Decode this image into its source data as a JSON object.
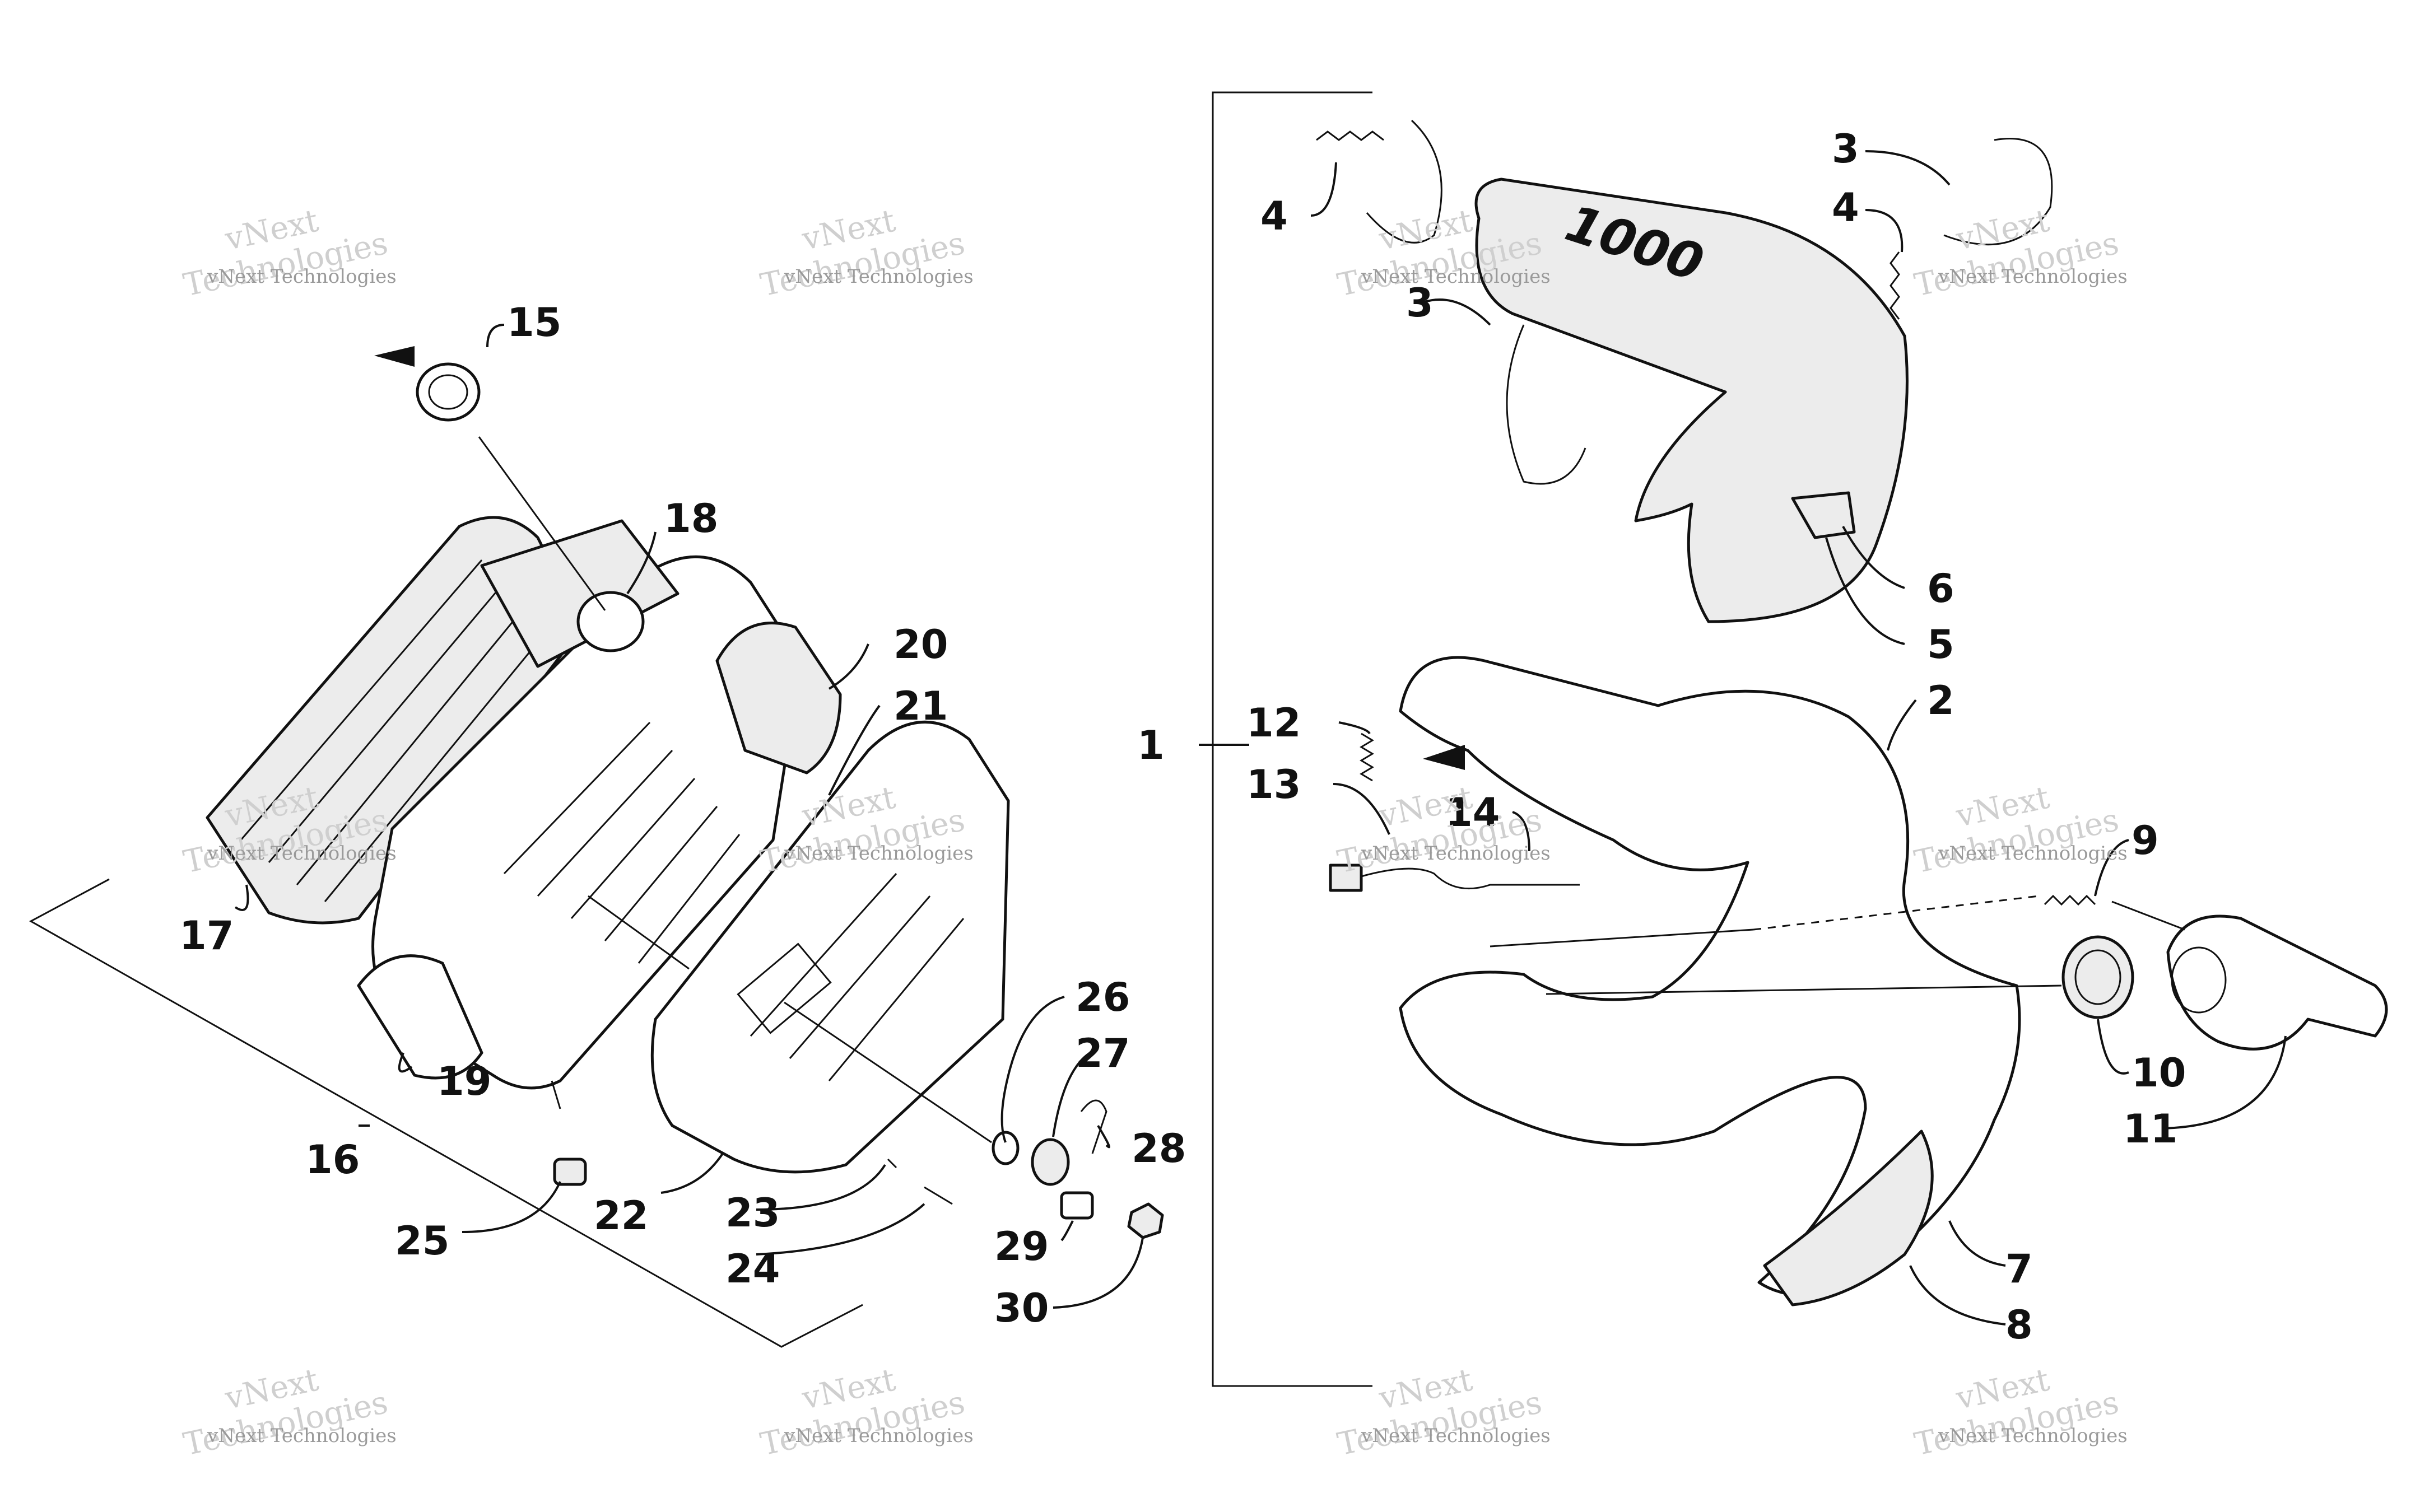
{
  "watermark": {
    "line1": "vNext",
    "line2": "Technologies",
    "line3": "vNext Technologies"
  },
  "callouts": {
    "c1": "1",
    "c2": "2",
    "c3a": "3",
    "c3b": "3",
    "c4a": "4",
    "c4b": "4",
    "c5": "5",
    "c6": "6",
    "c7": "7",
    "c8": "8",
    "c9": "9",
    "c10": "10",
    "c11": "11",
    "c12": "12",
    "c13": "13",
    "c14": "14",
    "c15": "15",
    "c16": "16",
    "c17": "17",
    "c18": "18",
    "c19": "19",
    "c20": "20",
    "c21": "21",
    "c22": "22",
    "c23": "23",
    "c24": "24",
    "c25": "25",
    "c26": "26",
    "c27": "27",
    "c28": "28",
    "c29": "29",
    "c30": "30"
  },
  "pipe_marking": "1000"
}
